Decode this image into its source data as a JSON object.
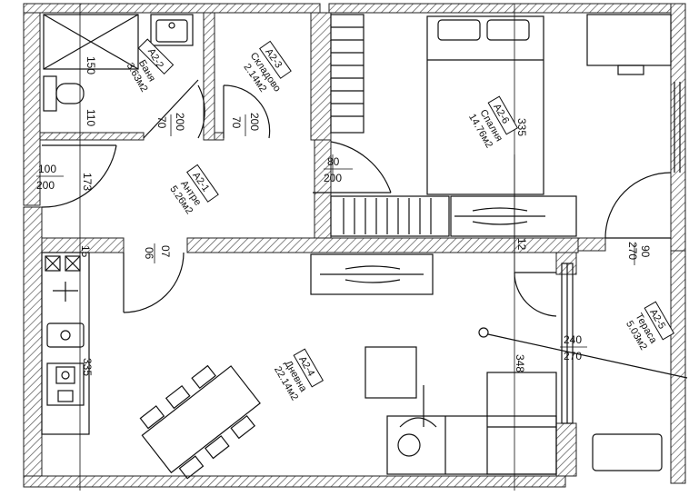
{
  "rooms": [
    {
      "code": "A2-2",
      "name": "Баня",
      "area": "3.63м2"
    },
    {
      "code": "A2-3",
      "name": "Складово",
      "area": "2.14м2"
    },
    {
      "code": "A2-1",
      "name": "Антре",
      "area": "5.26м2"
    },
    {
      "code": "A2-6",
      "name": "Спалня",
      "area": "14.76м2"
    },
    {
      "code": "A2-4",
      "name": "Дневна",
      "area": "22.14м2"
    },
    {
      "code": "A2-5",
      "name": "Тераса",
      "area": "5.03м2"
    }
  ],
  "dimensions": {
    "d150": "150",
    "d110": "110",
    "d70a": "70",
    "d200a": "200",
    "d70b": "70",
    "d200b": "200",
    "d100": "100",
    "d200c": "200",
    "d173": "173",
    "d80": "80",
    "d200d": "200",
    "d335a": "335",
    "d12": "12",
    "d90a": "90",
    "d270a": "270",
    "d07": "07",
    "d06": "06",
    "d15": "15",
    "d335b": "335",
    "d348": "348",
    "d240": "240",
    "d270b": "270"
  },
  "colors": {
    "wall": "#444444",
    "hatch": "#777777",
    "line": "#111111"
  }
}
